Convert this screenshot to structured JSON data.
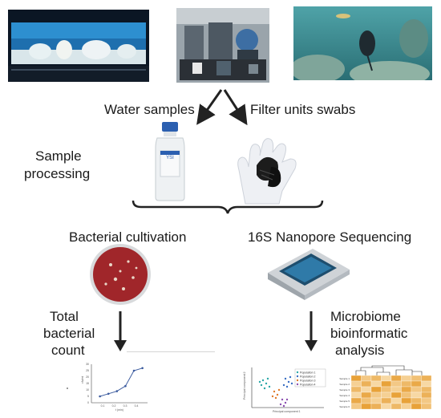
{
  "labels": {
    "water_samples": "Water samples",
    "filter_swabs": "Filter units swabs",
    "sample_processing_1": "Sample",
    "sample_processing_2": "processing",
    "bacterial_cultivation": "Bacterial cultivation",
    "nanopore": "16S Nanopore Sequencing",
    "total_1": "Total",
    "total_2": "bacterial",
    "total_3": "count",
    "micro_1": "Microbiome",
    "micro_2": "bioinformatic",
    "micro_3": "analysis"
  },
  "bottle_label": "YSI",
  "chart_data": {
    "type": "line",
    "x": [
      0.5,
      1.0,
      1.5,
      2.0,
      2.5,
      3.0
    ],
    "y": [
      5,
      7,
      9,
      13,
      25,
      27
    ],
    "xlim": [
      0,
      3.3
    ],
    "ylim": [
      0,
      30
    ],
    "ytick_labels": [
      "0",
      "5",
      "10",
      "15",
      "20",
      "25",
      "30"
    ],
    "xtick_labels": [
      "0.1",
      "0.2",
      "0.3",
      "0.4"
    ],
    "xlabel": "t (min)",
    "ylabel": "cfu/ml",
    "line_color": "#3a5a9e"
  },
  "pca_legend": [
    "Population 1",
    "Population 2",
    "Population 3",
    "Population 4"
  ],
  "pca_axis_x": "Principal component 1",
  "pca_axis_y": "Principal component 2",
  "heatmap_row_labels": [
    "Sample 1",
    "Sample 2",
    "Sample 3",
    "Sample 4",
    "Sample 5",
    "Sample 6"
  ],
  "colors": {
    "arrow": "#222222",
    "agar": "#a0262a",
    "heat_dark": "#e69a2a",
    "heat_light": "#fbe7c2"
  }
}
